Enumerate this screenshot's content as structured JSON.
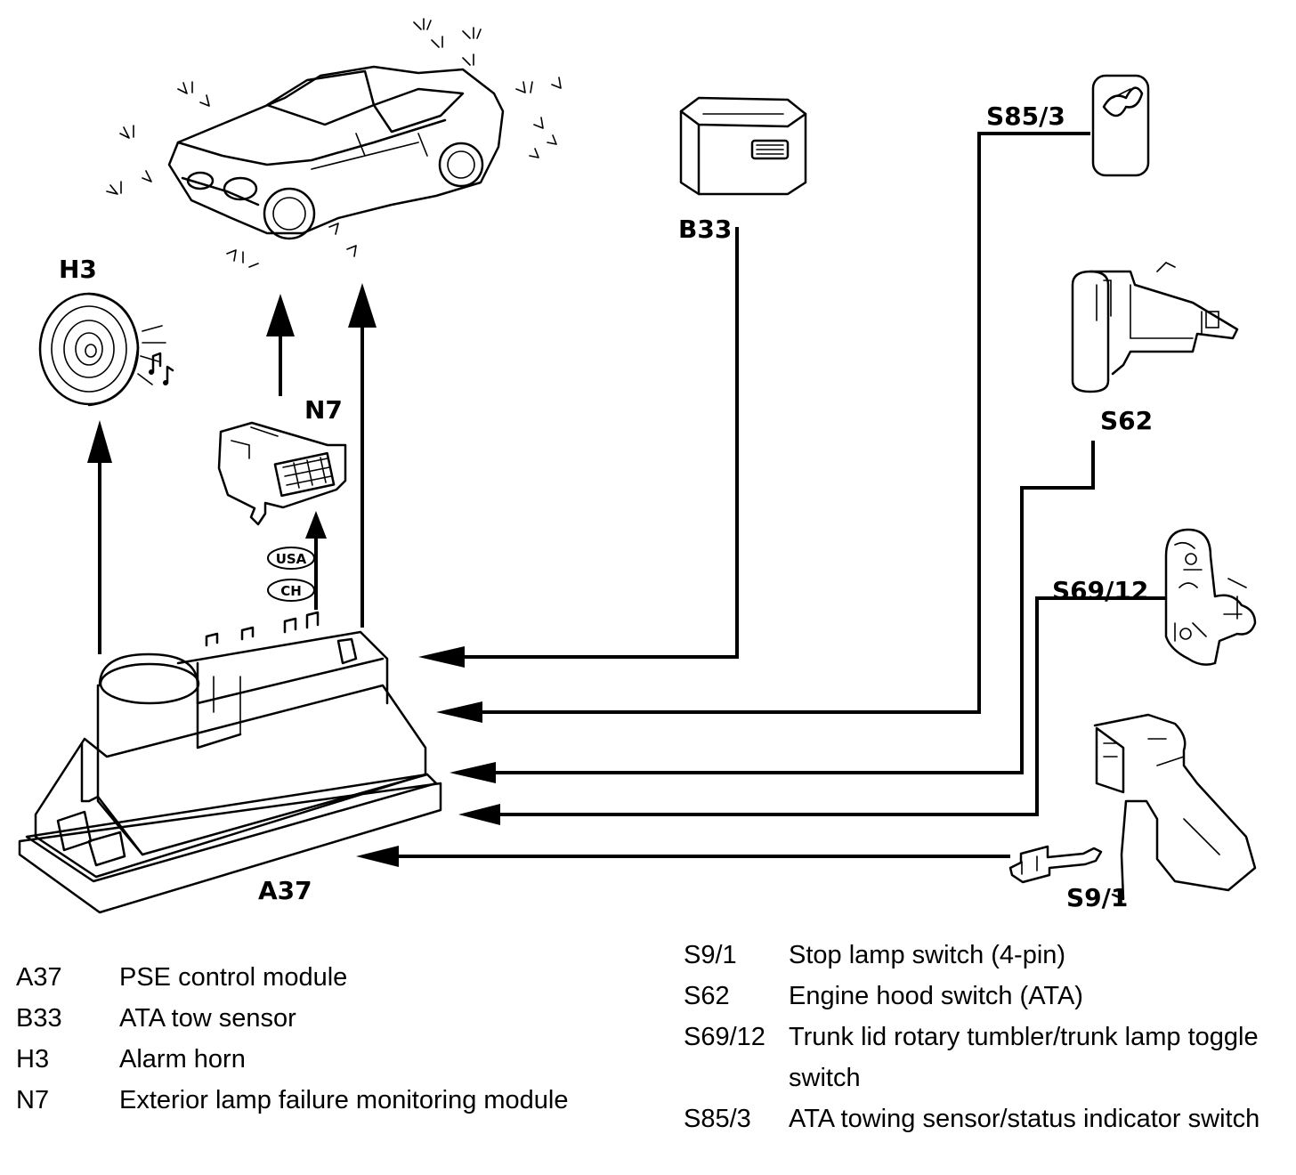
{
  "components": {
    "a37": "A37",
    "b33": "B33",
    "h3": "H3",
    "n7": "N7",
    "s9_1": "S9/1",
    "s62": "S62",
    "s69_12": "S69/12",
    "s85_3": "S85/3"
  },
  "badges": {
    "usa": "USA",
    "ch": "CH"
  },
  "legend_left": [
    {
      "code": "A37",
      "desc": "PSE control module"
    },
    {
      "code": "B33",
      "desc": "ATA tow sensor"
    },
    {
      "code": "H3",
      "desc": "Alarm horn"
    },
    {
      "code": "N7",
      "desc": "Exterior lamp failure monitoring module"
    }
  ],
  "legend_right": [
    {
      "code": "S9/1",
      "desc": "Stop lamp switch (4-pin)"
    },
    {
      "code": "S62",
      "desc": "Engine hood switch (ATA)"
    },
    {
      "code": "S69/12",
      "desc": "Trunk lid rotary tumbler/trunk lamp toggle switch"
    },
    {
      "code": "S85/3",
      "desc": "ATA towing sensor/status indicator switch"
    }
  ]
}
